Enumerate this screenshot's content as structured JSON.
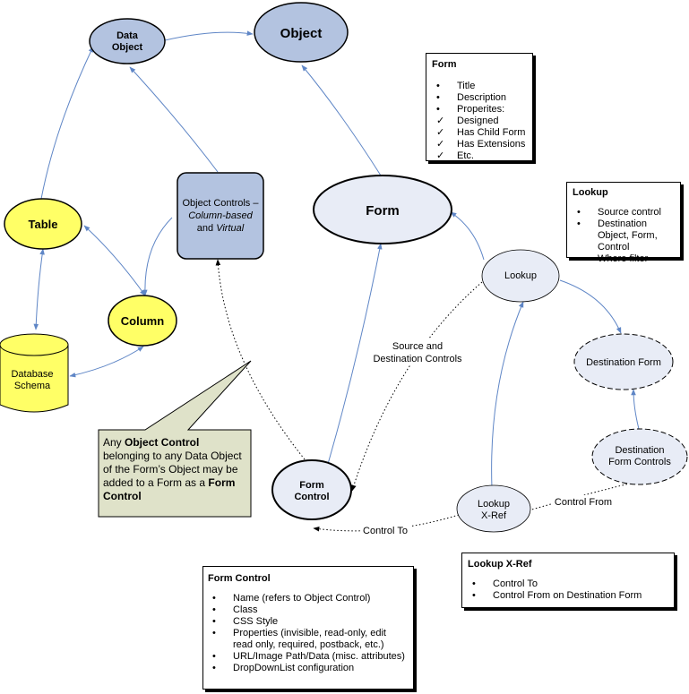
{
  "nodes": {
    "data_object_1": "Data",
    "data_object_2": "Object",
    "object": "Object",
    "table": "Table",
    "column": "Column",
    "database_schema_1": "Database",
    "database_schema_2": "Schema",
    "object_controls": {
      "line1": "Object Controls –",
      "line2": "Column-based",
      "line3_and": "and ",
      "line3_virtual": "Virtual"
    },
    "form": "Form",
    "lookup": "Lookup",
    "destination_form": "Destination Form",
    "destination_form_controls_1": "Destination",
    "destination_form_controls_2": "Form Controls",
    "lookup_xref_1": "Lookup",
    "lookup_xref_2": "X-Ref",
    "form_control_1": "Form",
    "form_control_2": "Control"
  },
  "edge_labels": {
    "source_dest_1": "Source and",
    "source_dest_2": "Destination Controls",
    "control_from": "Control From",
    "control_to": "Control To"
  },
  "callout": {
    "t1": "Any ",
    "b1": "Object Control",
    "t2": " belonging to any Data Object of the Form’s Object may be added to a Form as a ",
    "b2": "Form Control"
  },
  "boxes": {
    "form": {
      "title": "Form",
      "items": [
        {
          "marker": "•",
          "text": "Title"
        },
        {
          "marker": "•",
          "text": "Description"
        },
        {
          "marker": "•",
          "text": "Properites:"
        },
        {
          "marker": "✓",
          "text": "Designed"
        },
        {
          "marker": "✓",
          "text": "Has Child Form"
        },
        {
          "marker": "✓",
          "text": "Has Extensions"
        },
        {
          "marker": "✓",
          "text": "Etc."
        }
      ]
    },
    "lookup": {
      "title": "Lookup",
      "items": [
        {
          "marker": "•",
          "text": "Source control"
        },
        {
          "marker": "•",
          "text": "Destination Object, Form, Control"
        },
        {
          "marker": "•",
          "text": "Where filter"
        }
      ]
    },
    "lookup_xref": {
      "title": "Lookup X-Ref",
      "items": [
        {
          "marker": "•",
          "text": "Control To"
        },
        {
          "marker": "•",
          "text": "Control From on Destination Form"
        }
      ]
    },
    "form_control": {
      "title": "Form Control",
      "items": [
        {
          "marker": "•",
          "text": "Name (refers to Object Control)"
        },
        {
          "marker": "•",
          "text": "Class"
        },
        {
          "marker": "•",
          "text": "CSS Style"
        },
        {
          "marker": "•",
          "text": "Properties (invisible, read-only, edit read only, required, postback, etc.)"
        },
        {
          "marker": "•",
          "text": "URL/Image Path/Data (misc. attributes)"
        },
        {
          "marker": "•",
          "text": "DropDownList configuration"
        }
      ]
    }
  },
  "colors": {
    "node_blue": "#b3c3e0",
    "node_light": "#e8ecf6",
    "node_yellow": "#ffff66",
    "edge_blue": "#5f86c6",
    "callout_fill": "#dfe2c9"
  }
}
